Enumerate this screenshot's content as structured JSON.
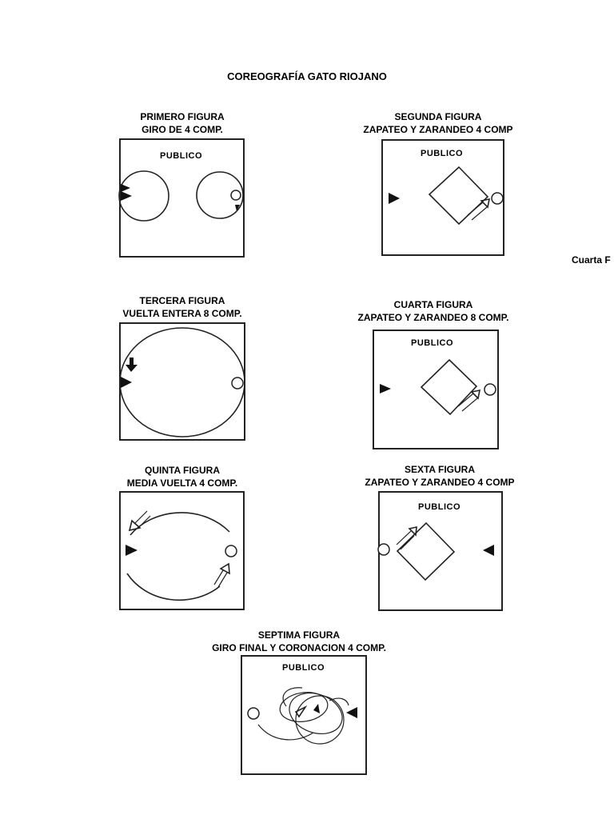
{
  "title": "COREOGRAFÍA  GATO RIOJANO",
  "side_fragment": "Cuarta F",
  "public_label": "PUBLICO",
  "figures": [
    {
      "line1": "PRIMERO FIGURA",
      "line2": "GIRO DE 4 COMP."
    },
    {
      "line1": "SEGUNDA FIGURA",
      "line2": "ZAPATEO Y ZARANDEO 4 COMP"
    },
    {
      "line1": "TERCERA FIGURA",
      "line2": "VUELTA ENTERA 8 COMP."
    },
    {
      "line1": "CUARTA FIGURA",
      "line2": "ZAPATEO Y ZARANDEO 8 COMP."
    },
    {
      "line1": "QUINTA FIGURA",
      "line2": "MEDIA VUELTA 4 COMP."
    },
    {
      "line1": "SEXTA FIGURA",
      "line2": "ZAPATEO Y ZARANDEO 4 COMP"
    },
    {
      "line1": "SEPTIMA FIGURA",
      "line2": "GIRO FINAL Y CORONACION  4 COMP."
    }
  ]
}
